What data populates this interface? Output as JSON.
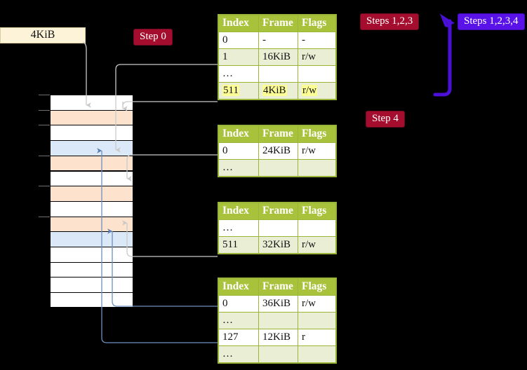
{
  "background": "#000000",
  "palette": {
    "table_header_bg": "#a8c23c",
    "table_border": "#9ab63a",
    "row_alt_bg": "#e9eed5",
    "highlight": "#fdfd96",
    "badge_red": "#a50d2e",
    "badge_blue": "#5912e8",
    "mem_peach": "#fde3cd",
    "mem_blue": "#dbe8f7",
    "connector_gray": "#c9c9c9",
    "connector_blue": "#6e8fc0",
    "sizebox_bg": "#fdf3d8"
  },
  "size_box": {
    "label": "4KiB"
  },
  "badges": {
    "step0": "Step 0",
    "step4": "Step 4",
    "steps123": "Steps 1,2,3",
    "steps1234": "Steps 1,2,3,4"
  },
  "columns": [
    "Index",
    "Frame",
    "Flags"
  ],
  "tables": [
    {
      "name": "pml4-table",
      "rows": [
        {
          "index": "0",
          "frame": "-",
          "flags": "-",
          "style": "plain",
          "highlight": false
        },
        {
          "index": "1",
          "frame": "16KiB",
          "flags": "r/w",
          "style": "alt",
          "highlight": false
        },
        {
          "index": "…",
          "frame": "",
          "flags": "",
          "style": "plain",
          "highlight": false
        },
        {
          "index": "511",
          "frame": "4KiB",
          "flags": "r/w",
          "style": "alt",
          "highlight": true
        }
      ]
    },
    {
      "name": "pdpt-table",
      "rows": [
        {
          "index": "0",
          "frame": "24KiB",
          "flags": "r/w",
          "style": "plain",
          "highlight": false
        },
        {
          "index": "…",
          "frame": "",
          "flags": "",
          "style": "alt",
          "highlight": false
        }
      ]
    },
    {
      "name": "pd-table",
      "rows": [
        {
          "index": "…",
          "frame": "",
          "flags": "",
          "style": "plain",
          "highlight": false
        },
        {
          "index": "511",
          "frame": "32KiB",
          "flags": "r/w",
          "style": "alt",
          "highlight": false
        }
      ]
    },
    {
      "name": "pt-table",
      "rows": [
        {
          "index": "0",
          "frame": "36KiB",
          "flags": "r/w",
          "style": "plain",
          "highlight": false
        },
        {
          "index": "…",
          "frame": "",
          "flags": "",
          "style": "alt",
          "highlight": false
        },
        {
          "index": "127",
          "frame": "12KiB",
          "flags": "r",
          "style": "plain",
          "highlight": false
        },
        {
          "index": "…",
          "frame": "",
          "flags": "",
          "style": "alt",
          "highlight": false
        }
      ]
    }
  ],
  "memory_column": {
    "cells": [
      {
        "fill": "white",
        "tick": true
      },
      {
        "fill": "peach",
        "tick": true
      },
      {
        "fill": "white",
        "tick": true
      },
      {
        "fill": "blue",
        "tick": false
      },
      {
        "fill": "peach",
        "tick": true
      },
      {
        "fill": "white",
        "tick": false
      },
      {
        "fill": "peach",
        "tick": true
      },
      {
        "fill": "white",
        "tick": false
      },
      {
        "fill": "peach",
        "tick": true
      },
      {
        "fill": "blue",
        "tick": false
      },
      {
        "fill": "white",
        "tick": false
      },
      {
        "fill": "white",
        "tick": false
      },
      {
        "fill": "white",
        "tick": false
      },
      {
        "fill": "white",
        "tick": false
      }
    ]
  }
}
